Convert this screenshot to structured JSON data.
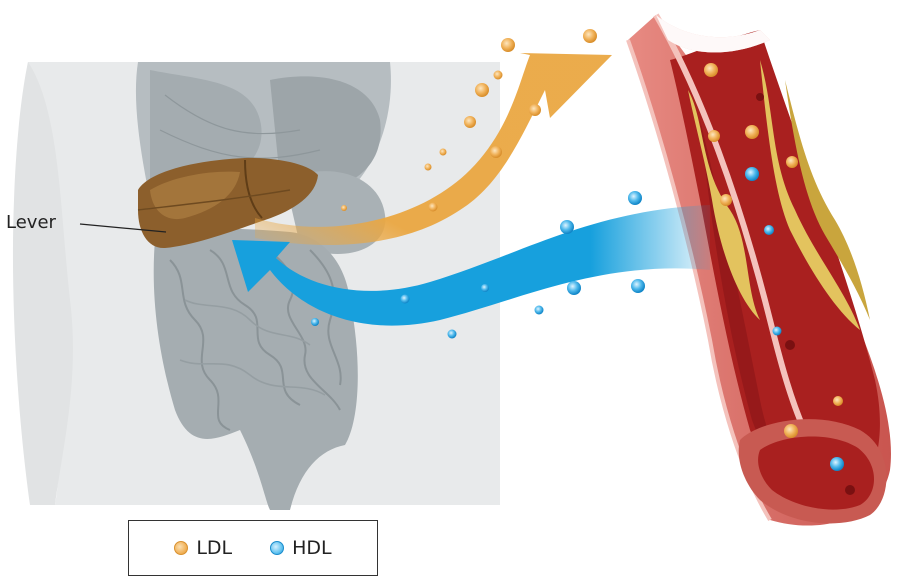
{
  "labels": {
    "liver": "Lever"
  },
  "legend": {
    "items": [
      {
        "label": "LDL",
        "color": "#eeaa4a"
      },
      {
        "label": "HDL",
        "color": "#2aa8e4"
      }
    ]
  },
  "colors": {
    "body": "#e8eaeb",
    "organs": "#a7afb3",
    "liver": "#8c5f2c",
    "ldl_arrow": "#eaa742",
    "hdl_arrow": "#17a0dd",
    "vessel_wall": "#d9706a",
    "blood": "#a9201f",
    "plaque": "#e3c35e"
  }
}
